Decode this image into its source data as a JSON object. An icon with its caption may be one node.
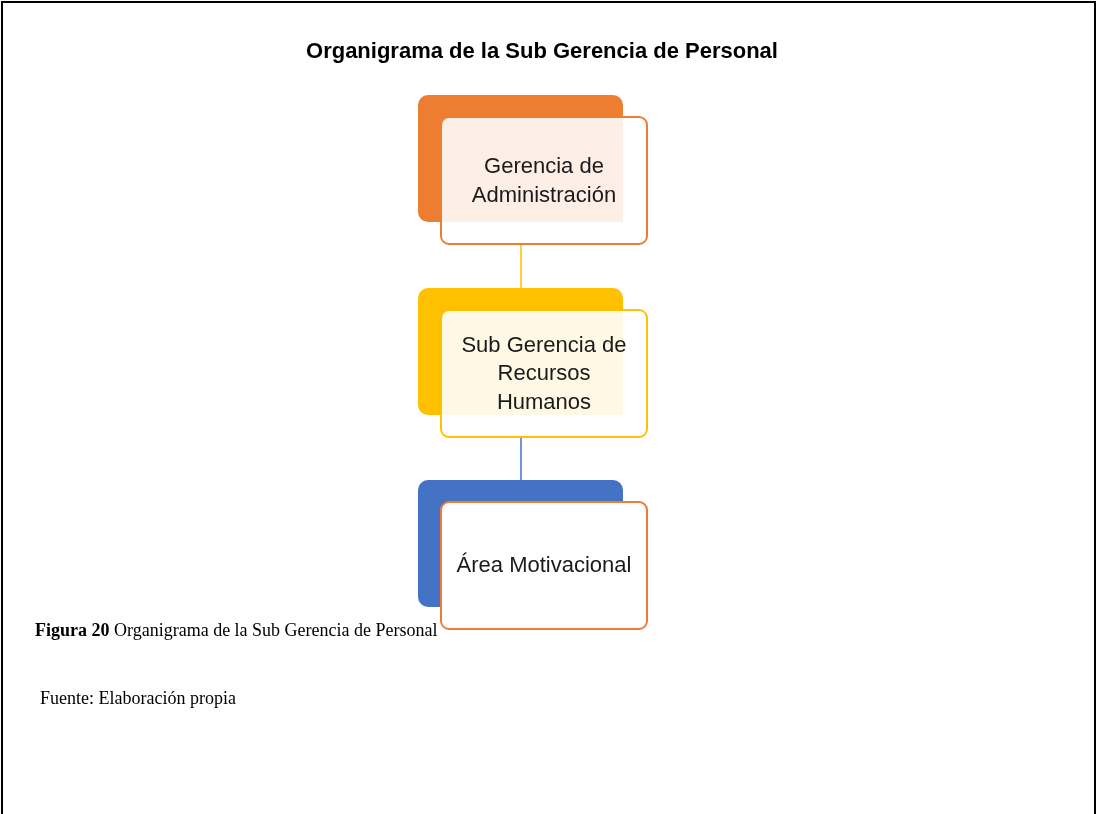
{
  "diagram": {
    "title": "Organigrama de la Sub Gerencia de Personal",
    "caption": "**Figura  20** Organigrama de la Sub Gerencia de Personal",
    "nodes": [
      {
        "text": [
          "Gerencia de Administración"
        ]
      },
      {
        "text": [
          "Sub Gerencia de Recursos Humanos"
        ]
      },
      {
        "text": [
          "Área Motivacional"
        ]
      }
    ],
    "edges": [
      {
        "from": 0,
        "to": 1,
        "arrow": "none",
        "color": "#ffc000"
      },
      {
        "from": 1,
        "to": 2,
        "arrow": "none",
        "color": "#4472c4"
      }
    ],
    "labels": [
      "Fuente: Elaboración propia"
    ]
  }
}
